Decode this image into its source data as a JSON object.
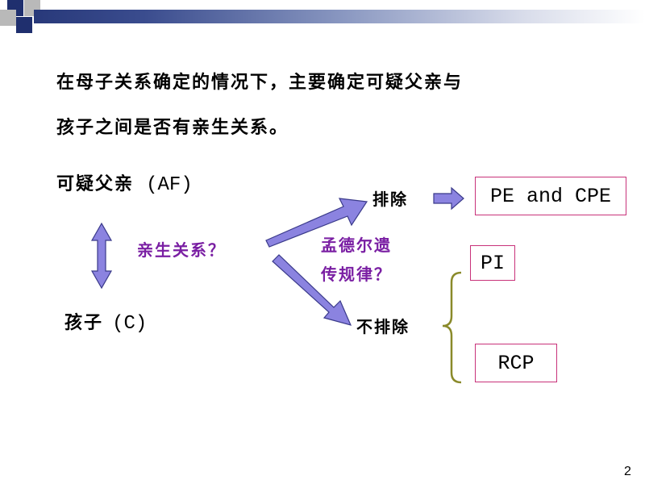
{
  "slide": {
    "line1": "在母子关系确定的情况下，主要确定可疑父亲与",
    "line2": "孩子之间是否有亲生关系。",
    "af_label": "可疑父亲",
    "af_abbr": "(AF)",
    "child_label": "孩子",
    "child_abbr": "(C)",
    "question": "亲生关系？",
    "mendel_line1": "孟德尔遗",
    "mendel_line2": "传规律？",
    "exclude": "排除",
    "not_exclude": "不排除",
    "box_pe": "PE and CPE",
    "box_pi": "PI",
    "box_rcp": "RCP",
    "page_number": "2"
  },
  "colors": {
    "arrow_fill": "#8b83e0",
    "arrow_stroke": "#3a3a8a",
    "box_border": "#c8327a",
    "question_text": "#7a1fa3",
    "brace": "#8a8a2a"
  }
}
